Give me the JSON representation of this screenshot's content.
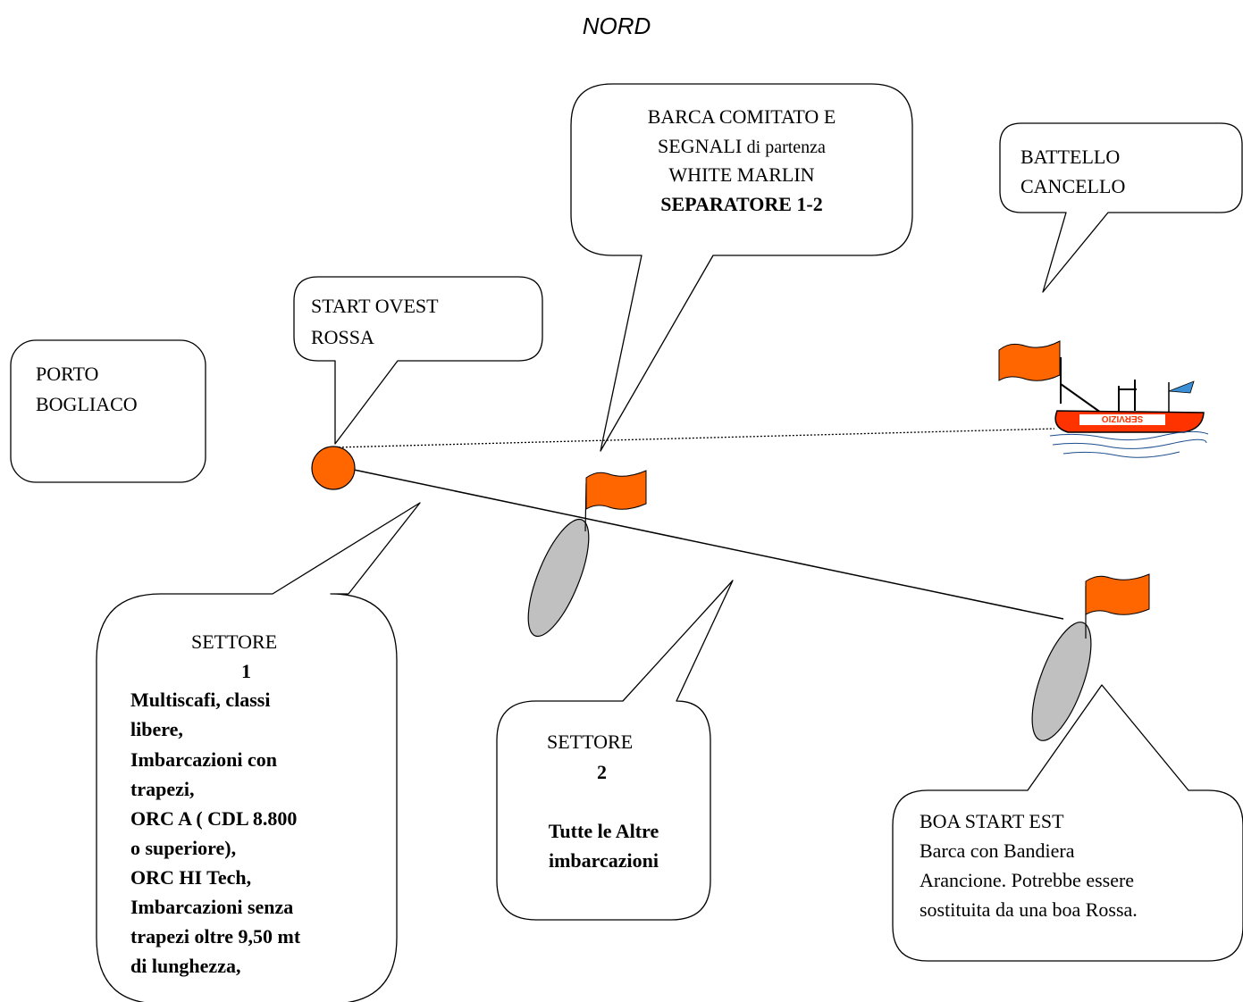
{
  "north_label": "NORD",
  "callouts": {
    "porto": [
      "PORTO",
      "BOGLIACO"
    ],
    "start_ovest": [
      "START OVEST",
      "ROSSA"
    ],
    "comitato": {
      "lines": [
        "BARCA COMITATO E",
        "SEGNALI",
        "di partenza",
        "WHITE MARLIN"
      ],
      "bold": "SEPARATORE 1-2"
    },
    "battello": [
      "BATTELLO",
      "CANCELLO"
    ],
    "settore1": {
      "title": "SETTORE",
      "number": "1",
      "lines": [
        "Multiscafi, classi",
        "libere,",
        "Imbarcazioni con",
        "trapezi,",
        "ORC A ( CDL 8.800",
        "o superiore),",
        "ORC HI Tech,",
        "Imbarcazioni senza",
        "trapezi oltre 9,50 mt",
        "di lunghezza,"
      ]
    },
    "settore2": {
      "title": "SETTORE",
      "number": "2",
      "lines": [
        "Tutte le Altre",
        "imbarcazioni"
      ]
    },
    "boa_est": [
      "BOA START EST",
      "Barca con Bandiera",
      "Arancione. Potrebbe essere",
      "sostituita da una boa Rossa."
    ]
  },
  "boat_label": "SERVIZIO",
  "colors": {
    "flag": "#ff6600",
    "buoy": "#ff6600",
    "boat_hull": "#ff3300",
    "mark_boat": "#c0c0c0",
    "water": "#1a4d8c"
  }
}
